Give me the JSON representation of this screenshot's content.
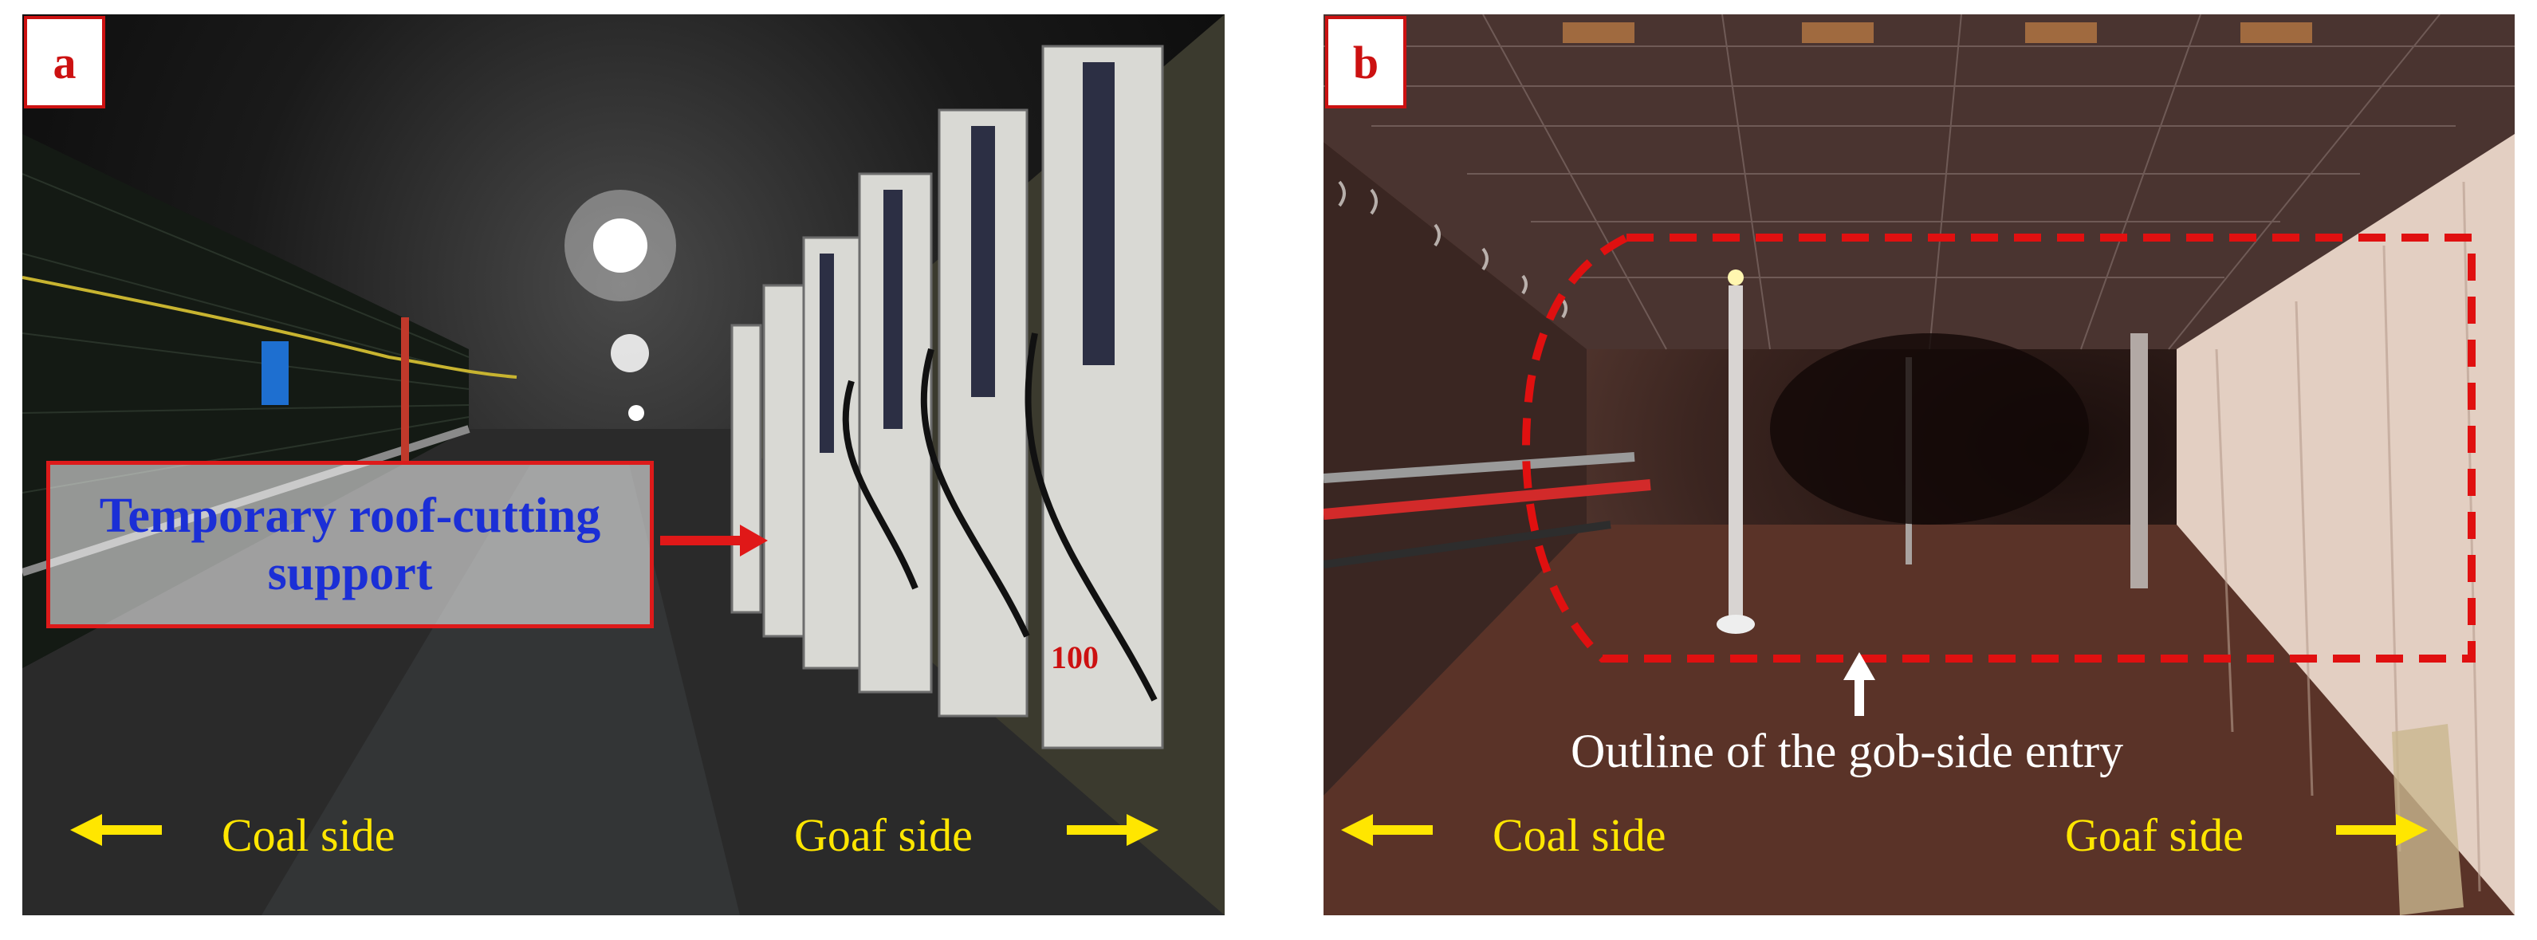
{
  "panel_a": {
    "label": "a",
    "callout_line1": "Temporary  roof-cutting",
    "callout_line2": "support",
    "coal_side": "Coal side",
    "goaf_side": "Goaf side"
  },
  "panel_b": {
    "label": "b",
    "outline_caption": "Outline of the gob-side  entry",
    "coal_side": "Coal side",
    "goaf_side": "Goaf side"
  },
  "colors": {
    "label_border": "#cc1111",
    "callout_text": "#1b2fd6",
    "side_arrows": "#ffe600",
    "outline_dash": "#e01010"
  }
}
